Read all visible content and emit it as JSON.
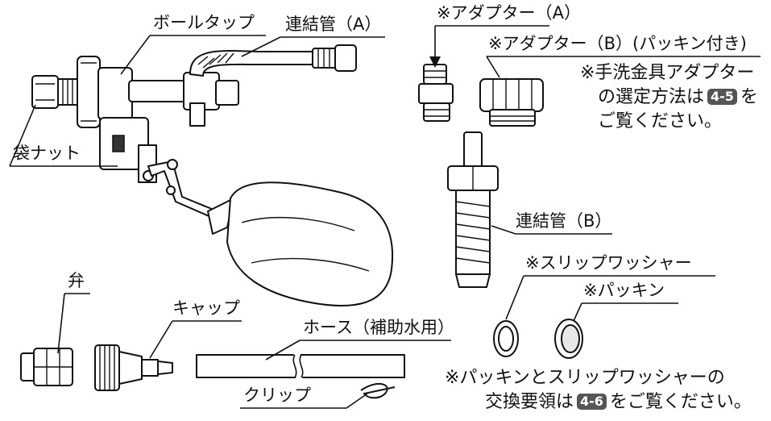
{
  "labels": {
    "ball_tap": "ボールタップ",
    "connecting_pipe_a": "連結管（A）",
    "bag_nut": "袋ナット",
    "adapter_a": "※アダプター（A）",
    "adapter_b": "※アダプター（B）(パッキン付き)",
    "connecting_pipe_b": "連結管（B）",
    "slip_washer": "※スリップワッシャー",
    "packing": "※パッキン",
    "valve": "弁",
    "cap": "キャップ",
    "hose": "ホース（補助水用）",
    "clip": "クリップ"
  },
  "notes": {
    "adapter_selection": {
      "line1": "※手洗金具アダプター",
      "line2_pre": "の選定方法は",
      "line2_ref": "4-5",
      "line2_post": "を",
      "line3": "ご覧ください。"
    },
    "replacement": {
      "line1": "※パッキンとスリップワッシャーの",
      "line2_pre": "交換要領は",
      "line2_ref": "4-6",
      "line2_post": "をご覧ください。"
    }
  }
}
